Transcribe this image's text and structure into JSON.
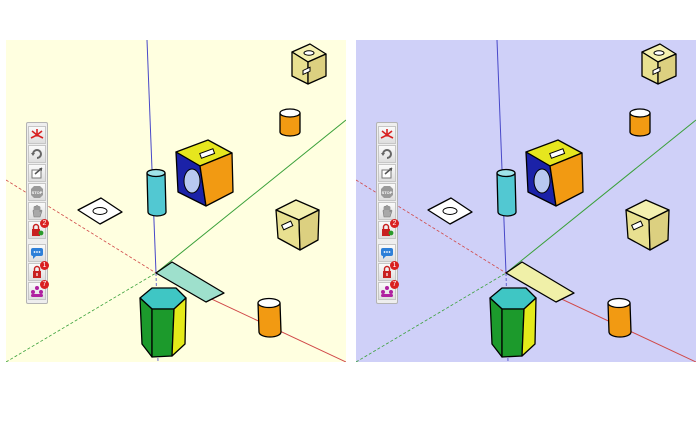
{
  "viewports": [
    {
      "id": "left",
      "background": "#ffffe0",
      "hex_prism": {
        "top": "#3fc6c4",
        "front": "#e4ea1a",
        "side": "#1c9a2c"
      },
      "cube": {
        "front": "#1b22a8",
        "top": "#e6e61e",
        "side": "#f29a12"
      },
      "cylinder": "#52c8d2",
      "pad": "#9ee0cc"
    },
    {
      "id": "right",
      "background": "#cfd0f8",
      "hex_prism": {
        "top": "#3fc6c4",
        "front": "#e4ea1a",
        "side": "#1c9a2c"
      },
      "cube": {
        "front": "#1b22a8",
        "top": "#e6e61e",
        "side": "#f29a12"
      },
      "cylinder": "#52c8d2",
      "pad": "#f0f0a8"
    }
  ],
  "axes": {
    "red": "#d04848",
    "green": "#3aa03a",
    "blue": "#4848c8"
  },
  "toolbar": {
    "tools": [
      {
        "name": "tool-axes",
        "icon": "axes-icon"
      },
      {
        "name": "tool-refresh",
        "icon": "refresh-icon"
      },
      {
        "name": "tool-export",
        "icon": "export-icon"
      },
      {
        "name": "tool-stop",
        "icon": "stop-icon",
        "label": "STOP"
      },
      {
        "name": "tool-hand",
        "icon": "hand-icon"
      },
      {
        "name": "tool-lock-user",
        "icon": "lock-user-icon",
        "badge": "2"
      },
      {
        "name": "tool-messages",
        "icon": "speech-bubble-icon"
      },
      {
        "name": "tool-lock-alert",
        "icon": "lock-alert-icon",
        "badge": "1"
      },
      {
        "name": "tool-users",
        "icon": "users-icon",
        "badge": "7"
      }
    ]
  }
}
